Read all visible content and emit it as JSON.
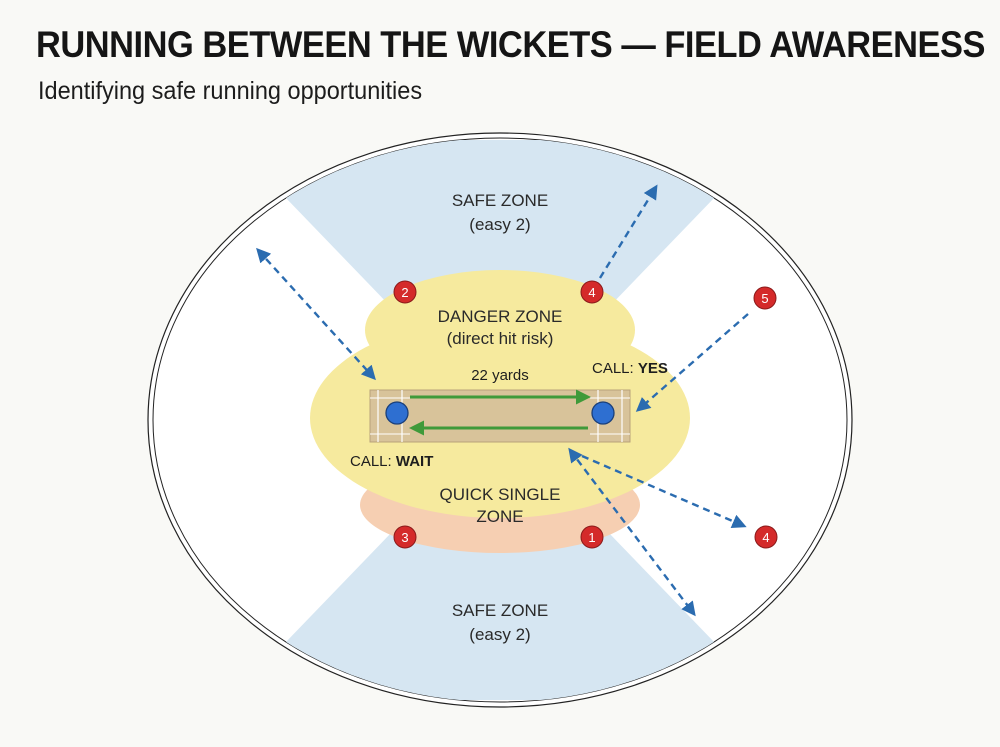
{
  "title": "RUNNING BETWEEN THE WICKETS — FIELD AWARENESS",
  "subtitle": "Identifying safe running opportunities",
  "zones": {
    "safe_top": {
      "line1": "SAFE ZONE",
      "line2": "(easy 2)"
    },
    "danger": {
      "line1": "DANGER ZONE",
      "line2": "(direct hit risk)"
    },
    "quick_single": {
      "line1": "QUICK SINGLE",
      "line2": "ZONE"
    },
    "safe_bottom": {
      "line1": "SAFE ZONE",
      "line2": "(easy 2)"
    }
  },
  "pitch": {
    "length_label": "22 yards"
  },
  "calls": {
    "striker": {
      "prefix": "CALL: ",
      "word": "YES"
    },
    "non_striker": {
      "prefix": "CALL: ",
      "word": "WAIT"
    }
  },
  "fielders": {
    "f1": "1",
    "f2": "2",
    "f3": "3",
    "f4_top": "4",
    "f4_right": "4",
    "f5": "5"
  },
  "colors": {
    "safe_zone": "#d6e6f2",
    "danger_zone": "#f6ea9e",
    "quick_single_zone": "#f6cfb2",
    "pitch": "#d8c39a",
    "batsman": "#2e6fd1",
    "fielder": "#d42a2a",
    "run_arrow": "#3f9a3a",
    "throw_arrow": "#2b6cb0"
  },
  "icons": {
    "batsman": "blue-circle",
    "fielder": "red-numbered-circle",
    "throw": "dashed-double-arrow",
    "run": "green-arrow"
  }
}
